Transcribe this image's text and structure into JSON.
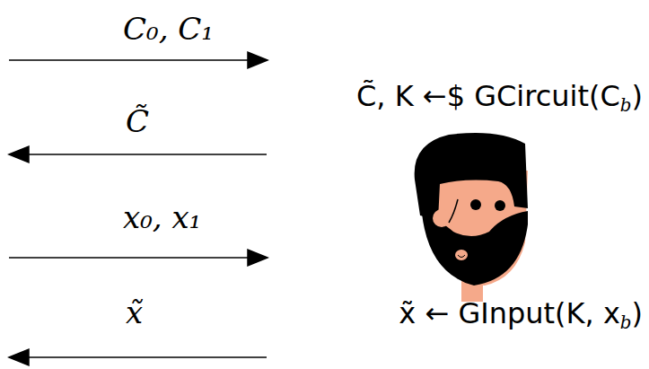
{
  "diagram": {
    "labels": [
      "C₀, C₁",
      "C̃, K ←$ GCircuit(C",
      "b",
      ")",
      "C̃",
      "x₀, x₁",
      "x̃",
      "x̃ ← GInput(K, x",
      "b",
      ")"
    ]
  }
}
